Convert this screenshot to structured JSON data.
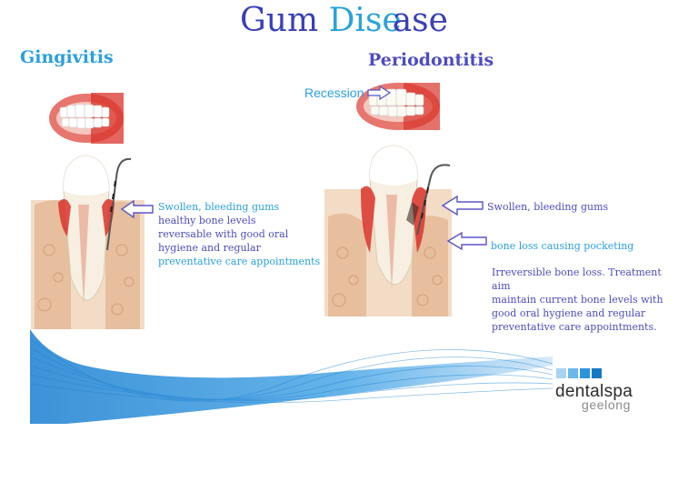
{
  "title": {
    "part1": "Gum",
    "part2a": "Dise",
    "part2b": "ase"
  },
  "left": {
    "heading": "Gingivitis",
    "lines": [
      "Swollen, bleeding gums",
      "healthy bone levels",
      "reversable with good oral",
      "hygiene and regular",
      "preventative care appointments"
    ]
  },
  "right": {
    "heading": "Periodontitis",
    "recession_label": "Recession",
    "swollen_label": "Swollen, bleeding gums",
    "bone_loss_label": "bone loss causing pocketing",
    "irreversible_lines": [
      "Irreversible bone loss. Treatment aim",
      "maintain current bone levels with",
      "good oral hygiene and regular",
      "preventative care appointments."
    ]
  },
  "brand": {
    "name": "dentalspa",
    "sub": "geelong"
  },
  "colors": {
    "blue_light": "#2a9fe0",
    "blue_dark": "#3a3fb8",
    "purple": "#4d4cc2",
    "gum_red": "#d9342b",
    "wave_blue": "#1a7fd0"
  }
}
